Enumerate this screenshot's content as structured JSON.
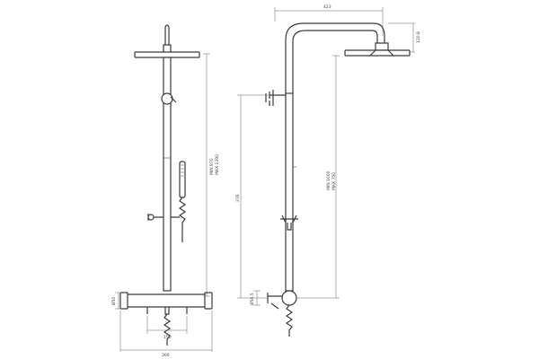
{
  "front_view": {
    "dim_height": "MIN 870\nMAX 1390",
    "dim_inlet_height": "Ø50",
    "dim_inlet_spacing": "150",
    "dim_base_width": "300"
  },
  "side_view": {
    "dim_arm_reach": "423",
    "dim_head_drop": "120,8",
    "dim_lower": "276",
    "dim_height": "MIN 1000\nMAX 750",
    "dim_inlet": "Ø50,5"
  }
}
